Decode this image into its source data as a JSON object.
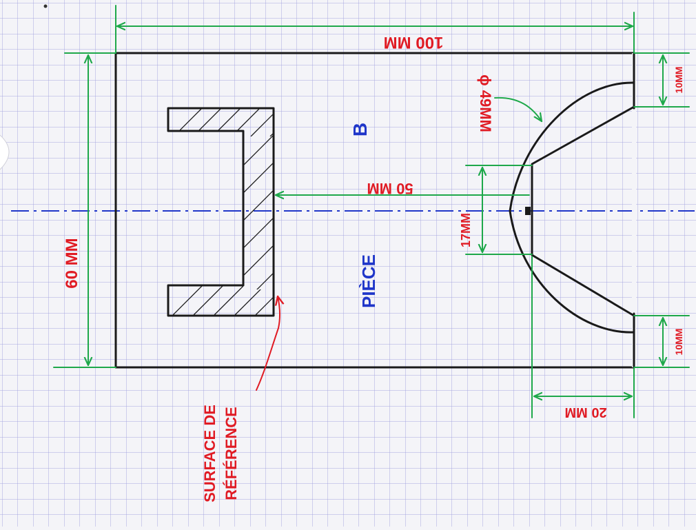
{
  "colors": {
    "paper": "#f4f4f8",
    "grid": "#a7a7e0",
    "ink": "#1a1a1a",
    "dimension": "#1ea84a",
    "label_red": "#e01b24",
    "label_blue": "#1f36c9",
    "leader_red": "#e01b24"
  },
  "dimensions": {
    "length": "100 MM",
    "height": "60 MM",
    "center_distance": "50 MM",
    "top_step": "10MM",
    "bottom_step": "10MM",
    "flat": "17MM",
    "diameter": "ϕ 49MM",
    "depth": "20 MM"
  },
  "labels": {
    "part_line1": "B",
    "part_line2": "PIÈCE",
    "reference_line1": "SURFACE DE",
    "reference_line2": "RÉFÉRENCE"
  },
  "icons": {
    "arrow": "arrowhead-open"
  }
}
